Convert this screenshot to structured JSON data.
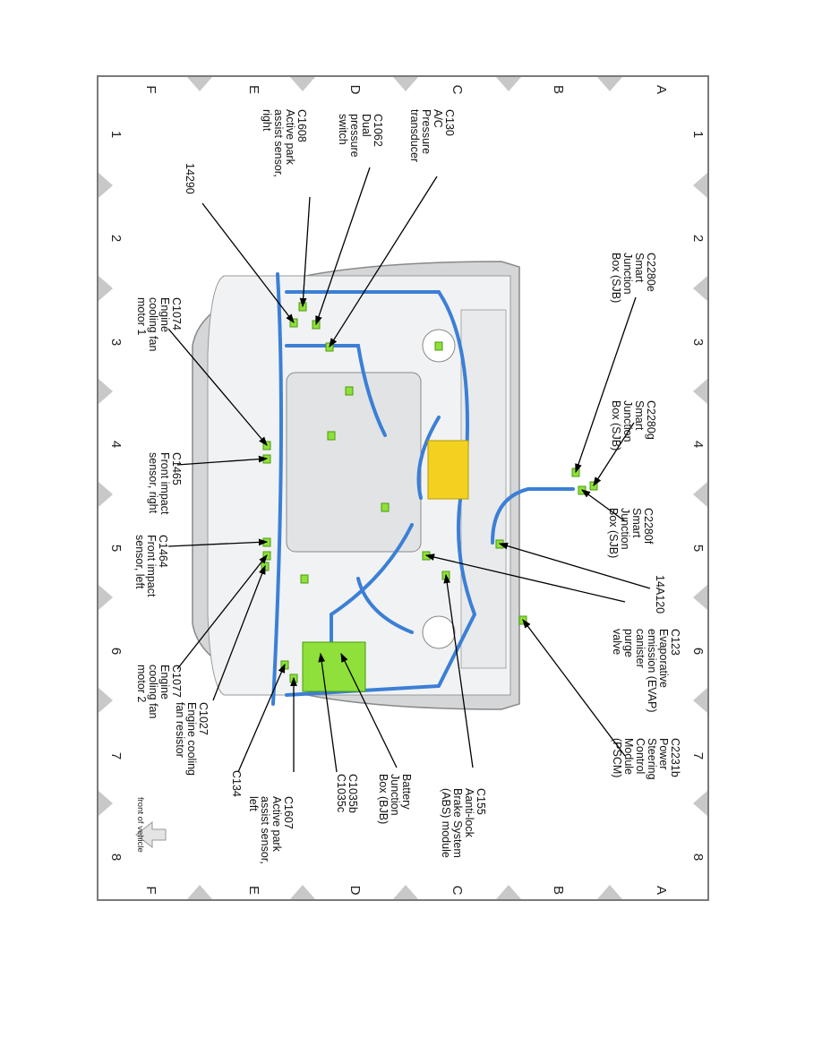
{
  "grid": {
    "rows": [
      "A",
      "B",
      "C",
      "D",
      "E",
      "F"
    ],
    "columns": [
      "1",
      "2",
      "3",
      "4",
      "5",
      "6",
      "7",
      "8"
    ]
  },
  "callouts": {
    "c2280e": "C2280e\nSmart\nJunction\nBox (SJB)",
    "c2280g": "C2280g\nSmart\nJunction\nBox (SJB)",
    "c2280f": "C2280f\nSmart\nJunction\nBox (SJB)",
    "c14a120": "14A120",
    "c123": "C123\nEvaporative\nemission (EVAP)\ncanister\npurge\nvalve",
    "c2231b": "C2231b\nPower\nSteering\nControl\nModule\n(PSCM)",
    "c155": "C155\nAanti-lock\nBrake System\n(ABS) module",
    "bjb": "Battery\nJunction\nBox (BJB)",
    "c1035": "C1035b\nC1035c",
    "c1607": "C1607\nActive park\nassist sensor,\nleft",
    "c134": "C134",
    "c1027": "C1027\nEngine cooling\nfan resistor",
    "c1077": "C1077\nEngine\ncooling fan\nmotor 2",
    "c1464": "C1464\nFront impact\nsensor, left",
    "c1465": "C1465\nFront impact\nsensor, right",
    "c1074": "C1074\nEngine\ncooling fan\nmotor 1",
    "c14290": "14290",
    "c1608": "C1608\nActive park\nassist sensor,\nright",
    "c1062": "C1062\nDual\npressure\nswitch",
    "c130": "C130\nA/C\nPressure\ntransducer"
  },
  "front_of_vehicle": "front of vehicle",
  "colors": {
    "harness": "#3b7fd6",
    "connector": "#8fe03a",
    "sjb": "#f2d21f",
    "frame": "#c8c8c8"
  }
}
